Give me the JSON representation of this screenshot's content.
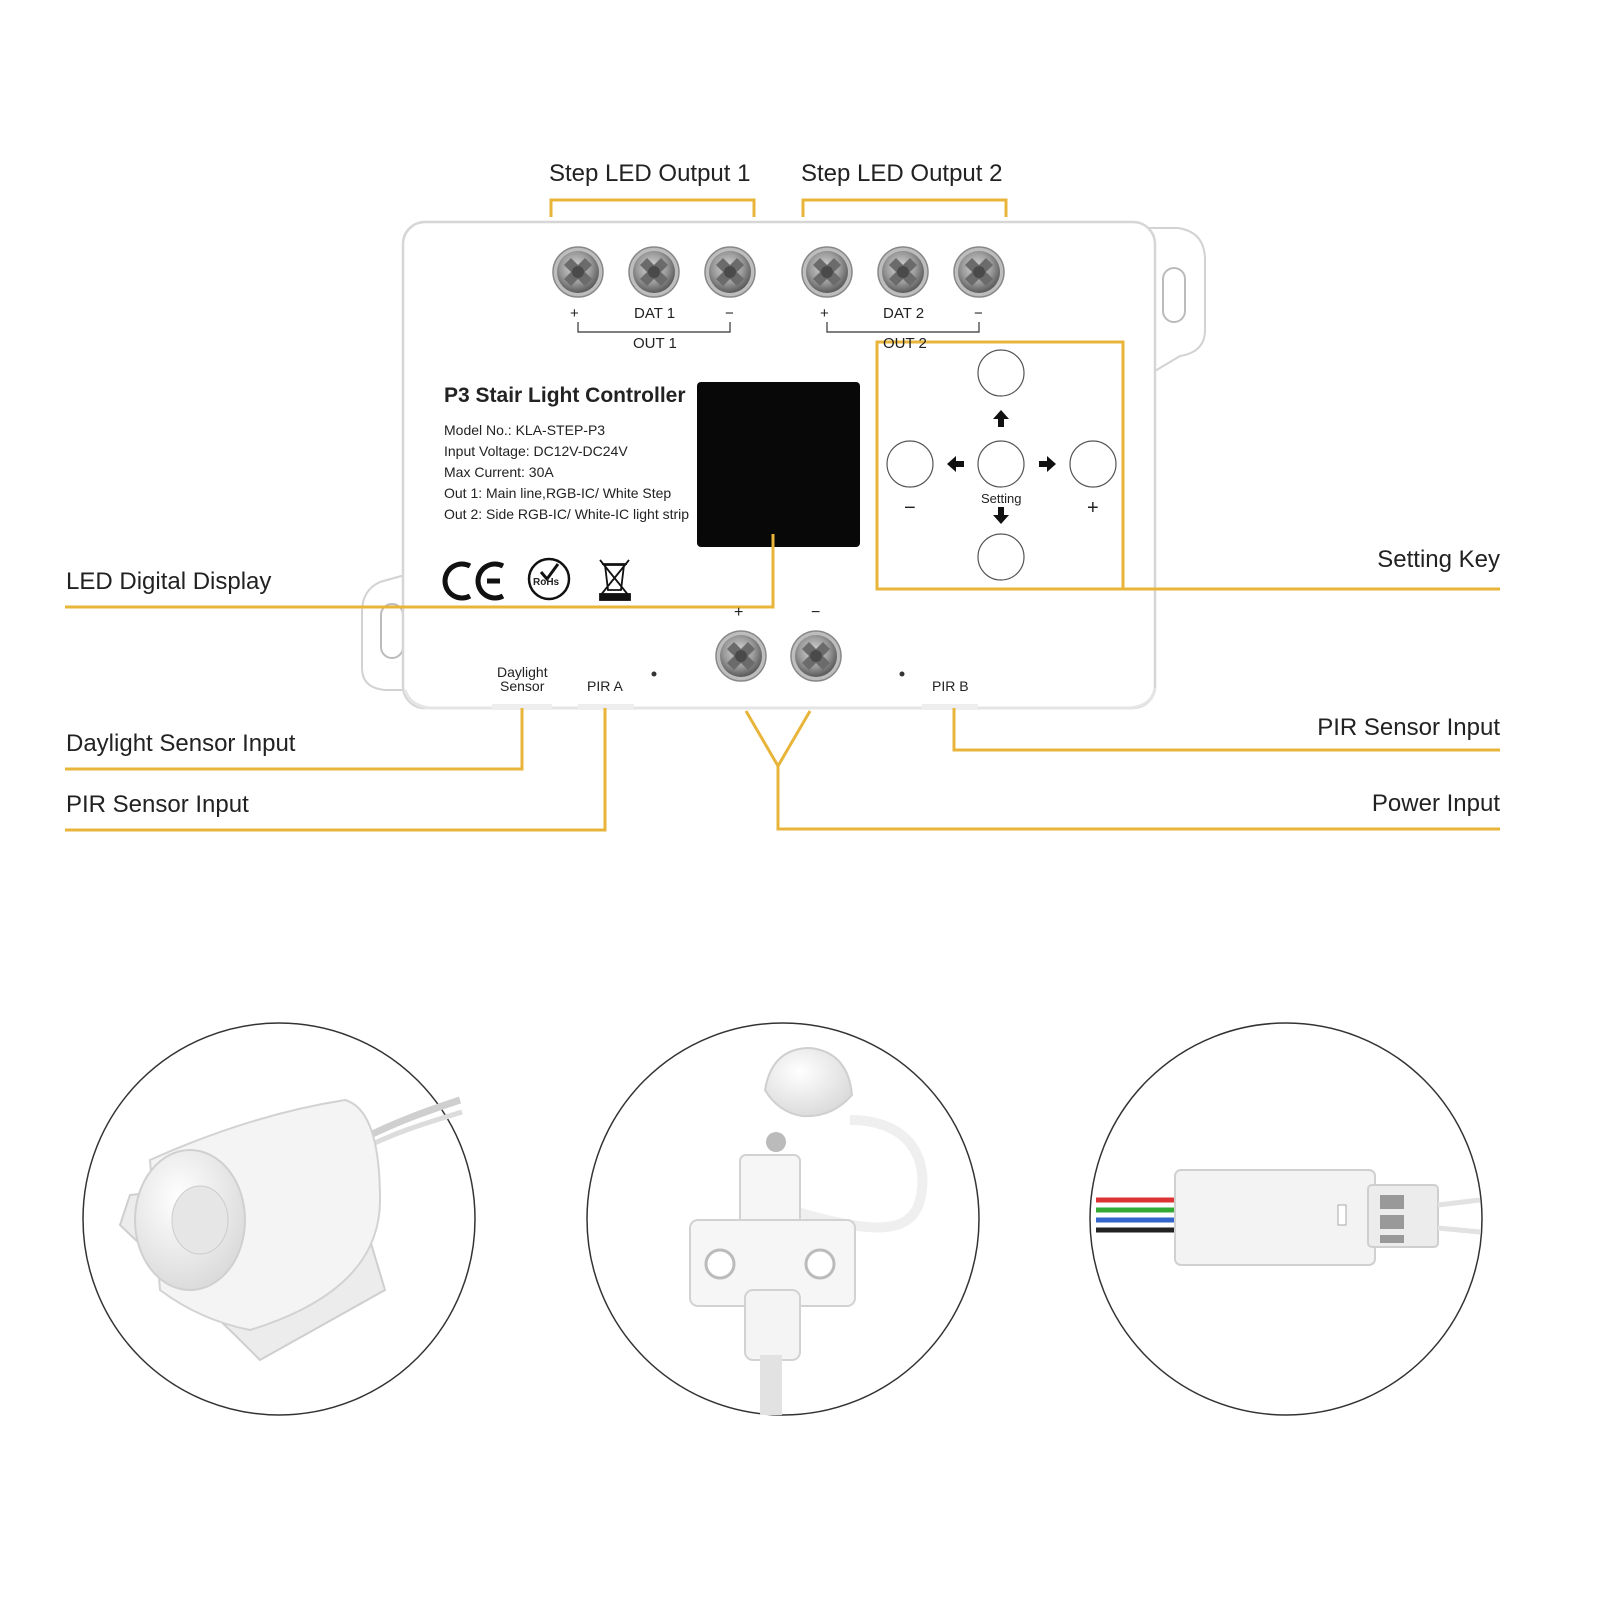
{
  "callouts": {
    "step_led_output_1": "Step LED Output 1",
    "step_led_output_2": "Step LED Output 2",
    "led_digital_display": "LED Digital Display",
    "setting_key": "Setting Key",
    "daylight_sensor_input": "Daylight Sensor Input",
    "pir_sensor_input_left": "PIR Sensor Input",
    "pir_sensor_input_right": "PIR Sensor Input",
    "power_input": "Power Input"
  },
  "device": {
    "title": "P3 Stair Light Controller",
    "specs": [
      "Model No.: KLA-STEP-P3",
      "Input Voltage: DC12V-DC24V",
      "Max Current: 30A",
      "Out 1: Main line,RGB-IC/ White Step",
      "Out 2: Side RGB-IC/ White-IC light strip"
    ],
    "out1": {
      "plus": "+",
      "dat": "DAT 1",
      "minus": "−",
      "label": "OUT 1"
    },
    "out2": {
      "plus": "+",
      "dat": "DAT 2",
      "minus": "−",
      "label": "OUT 2"
    },
    "keypad": {
      "setting": "Setting",
      "minus": "−",
      "plus": "+"
    },
    "power": {
      "plus": "+",
      "minus": "−"
    },
    "daylight_sensor": [
      "Daylight",
      "Sensor"
    ],
    "pir_a": "PIR A",
    "pir_b": "PIR B",
    "marks": {
      "ce": "CE",
      "rohs": "RoHs"
    }
  },
  "colors": {
    "accent": "#E8B53A",
    "body": "#ffffff",
    "display": "#080808",
    "screw": "#8a8a8a"
  },
  "icons": [
    "arrow-up-icon",
    "arrow-down-icon",
    "arrow-left-icon",
    "arrow-right-icon",
    "ce-mark-icon",
    "rohs-icon",
    "weee-bin-icon"
  ]
}
